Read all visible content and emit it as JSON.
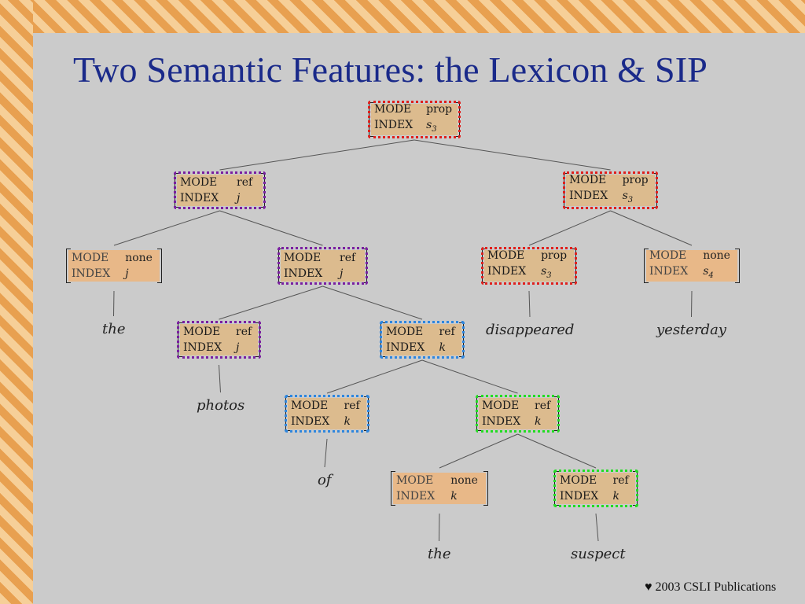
{
  "slide": {
    "title": "Two Semantic Features:  the Lexicon & SIP",
    "footer": "2003 CSLI Publications",
    "footer_icon": "heart-icon"
  },
  "colors": {
    "title": "#1a2a8a",
    "avm_fill": "#e8b888",
    "red_outline": "#e0201c",
    "purple_outline": "#7a1fa0",
    "blue_outline": "#2e86de",
    "green_outline": "#22dd22"
  },
  "tree": {
    "nodes": [
      {
        "id": "s",
        "mode": "prop",
        "index": "s3",
        "outline": "red"
      },
      {
        "id": "np1",
        "mode": "ref",
        "index": "j",
        "outline": "purple"
      },
      {
        "id": "vp",
        "mode": "prop",
        "index": "s3",
        "outline": "red"
      },
      {
        "id": "det1",
        "mode": "none",
        "index": "j",
        "outline": null
      },
      {
        "id": "nom1",
        "mode": "ref",
        "index": "j",
        "outline": "purple"
      },
      {
        "id": "v",
        "mode": "prop",
        "index": "s3",
        "outline": "red"
      },
      {
        "id": "adv",
        "mode": "none",
        "index": "s4",
        "outline": null
      },
      {
        "id": "n1",
        "mode": "ref",
        "index": "j",
        "outline": "purple"
      },
      {
        "id": "pp",
        "mode": "ref",
        "index": "k",
        "outline": "blue"
      },
      {
        "id": "p",
        "mode": "ref",
        "index": "k",
        "outline": "blue"
      },
      {
        "id": "np2",
        "mode": "ref",
        "index": "k",
        "outline": "green"
      },
      {
        "id": "det2",
        "mode": "none",
        "index": "k",
        "outline": null
      },
      {
        "id": "n2",
        "mode": "ref",
        "index": "k",
        "outline": "green"
      }
    ],
    "words": [
      {
        "id": "w-the1",
        "text": "the"
      },
      {
        "id": "w-photos",
        "text": "photos"
      },
      {
        "id": "w-disappeared",
        "text": "disappeared"
      },
      {
        "id": "w-yesterday",
        "text": "yesterday"
      },
      {
        "id": "w-of",
        "text": "of"
      },
      {
        "id": "w-the2",
        "text": "the"
      },
      {
        "id": "w-suspect",
        "text": "suspect"
      }
    ],
    "feature_labels": {
      "mode": "MODE",
      "index": "INDEX"
    }
  }
}
